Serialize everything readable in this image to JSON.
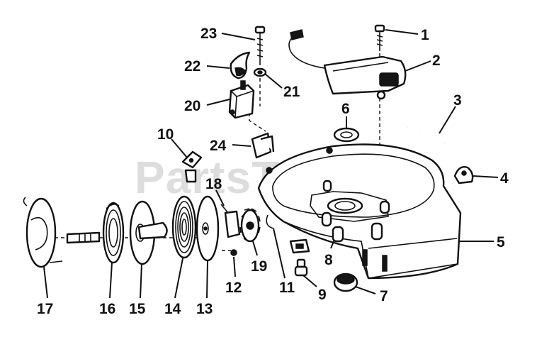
{
  "watermark": {
    "text": "PartsTree",
    "trademark": "™"
  },
  "callouts": [
    "1",
    "2",
    "3",
    "4",
    "5",
    "6",
    "7",
    "8",
    "9",
    "10",
    "11",
    "12",
    "13",
    "14",
    "15",
    "16",
    "17",
    "18",
    "19",
    "20",
    "21",
    "22",
    "23",
    "24"
  ]
}
